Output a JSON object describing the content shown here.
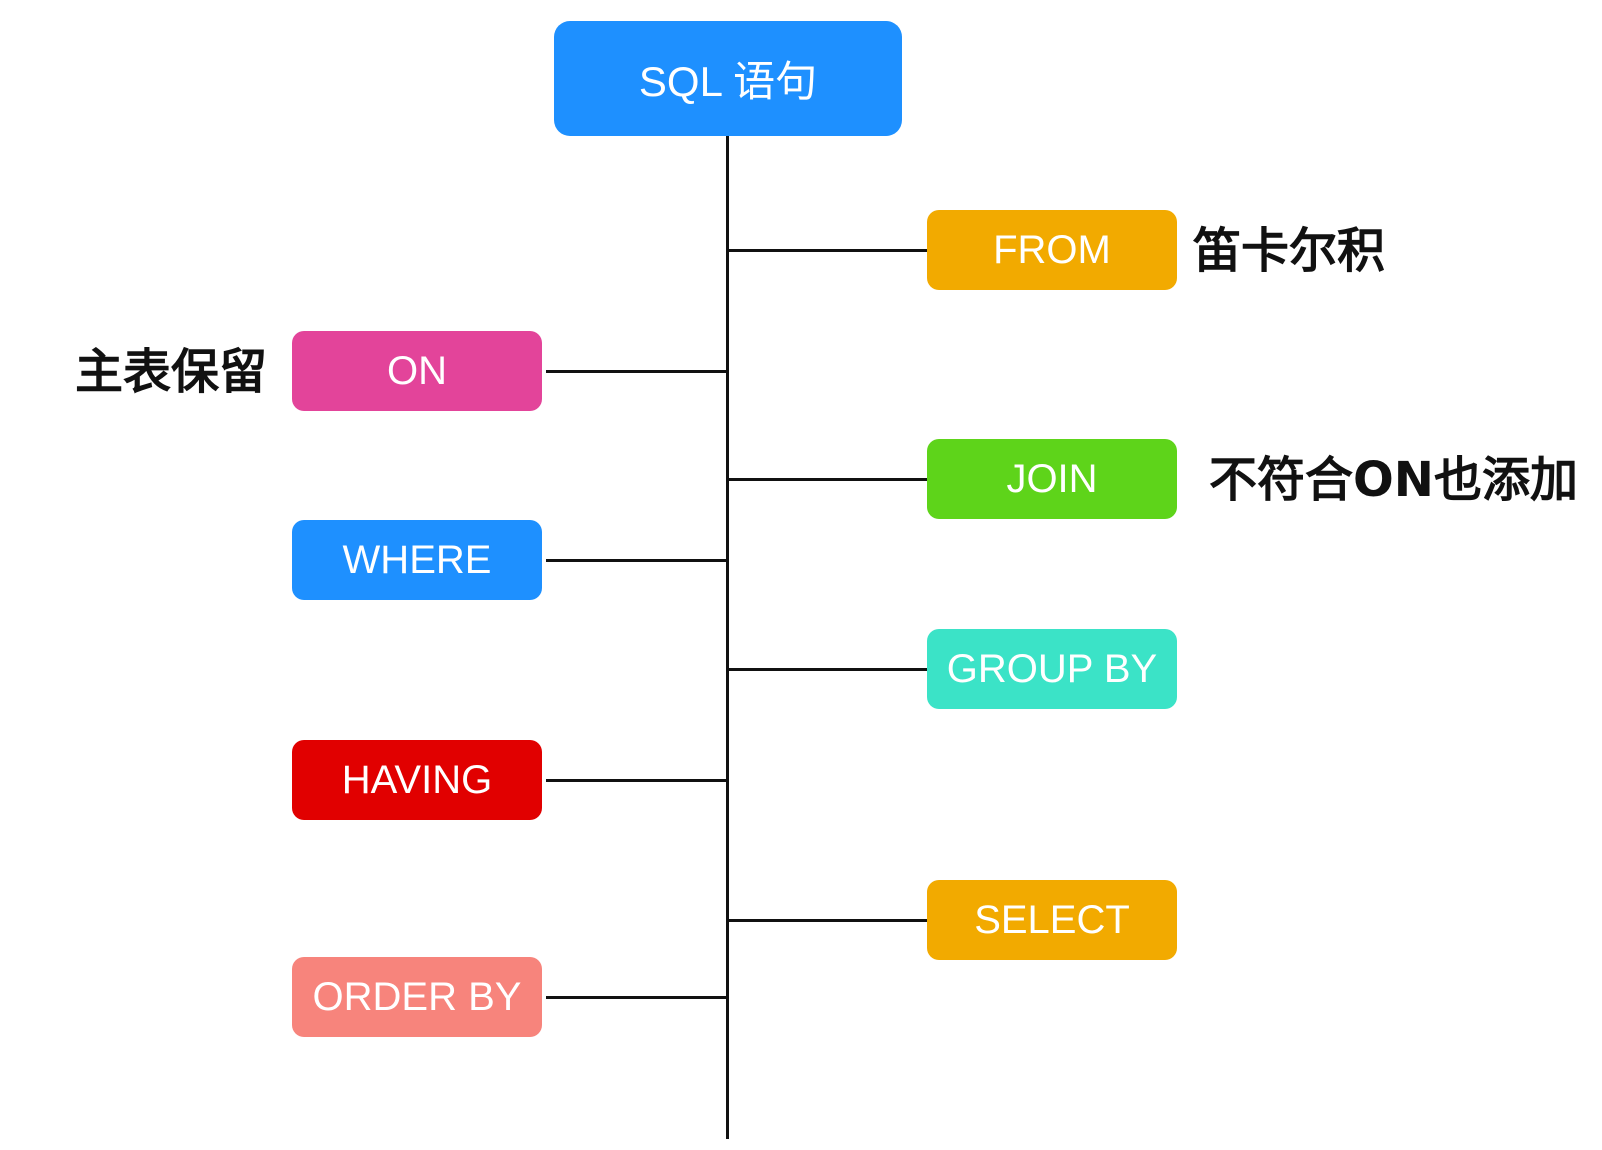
{
  "root": {
    "label": "SQL 语句",
    "color": "#1E90FF"
  },
  "steps": [
    {
      "label": "FROM",
      "color": "#F2AA00",
      "side": "right",
      "note": "笛卡尔积"
    },
    {
      "label": "ON",
      "color": "#E3449A",
      "side": "left",
      "note": "主表保留"
    },
    {
      "label": "JOIN",
      "color": "#5ED41A",
      "side": "right",
      "note": "不符合ON也添加"
    },
    {
      "label": "WHERE",
      "color": "#1E90FF",
      "side": "left"
    },
    {
      "label": "GROUP BY",
      "color": "#3BE3C7",
      "side": "right"
    },
    {
      "label": "HAVING",
      "color": "#E10000",
      "side": "left"
    },
    {
      "label": "SELECT",
      "color": "#F2AA00",
      "side": "right"
    },
    {
      "label": "ORDER BY",
      "color": "#F7847C",
      "side": "left"
    }
  ]
}
